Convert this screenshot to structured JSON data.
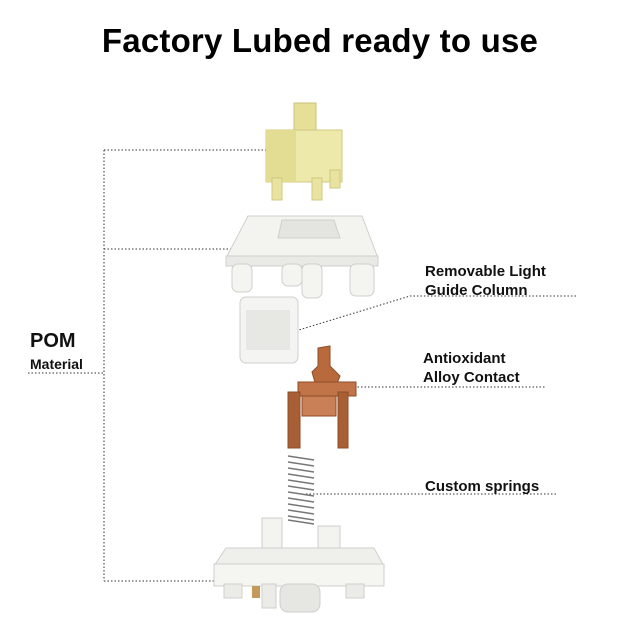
{
  "title": "Factory Lubed ready to use",
  "labels": {
    "guide_line1": "Removable Light",
    "guide_line2": "Guide Column",
    "contact_line1": "Antioxidant",
    "contact_line2": "Alloy Contact",
    "springs": "Custom springs",
    "material_main": "POM",
    "material_sub": "Material"
  },
  "colors": {
    "stem": "#ece8a8",
    "housing": "#f2f2ef",
    "contact": "#b86a3c",
    "spring": "#777777",
    "leader": "#333333"
  }
}
